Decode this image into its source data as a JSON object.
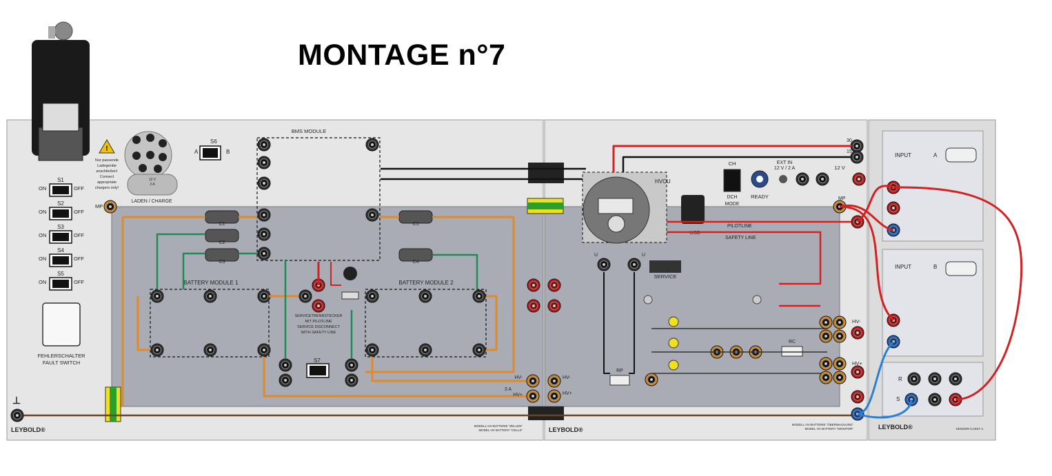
{
  "heading": "MONTAGE n°7",
  "colors": {
    "panel_bg": "#e6e6e6",
    "inner_bg": "#a9acb5",
    "orange_wire": "#e08a2a",
    "green_wire": "#1f8a55",
    "red_wire": "#d42020",
    "blue_wire": "#2a7ed4",
    "brown_wire": "#6b4226"
  },
  "left_panel": {
    "bms_title": "BMS MODULE",
    "s6_label": "S6",
    "s6_a": "A",
    "s6_b": "B",
    "warning_text": [
      "Nur passende",
      "Ladegeräte",
      "anschließen!",
      "Connect",
      "appropriate",
      "chargers only!"
    ],
    "charge_label": "LADEN / CHARGE",
    "charge_rating": [
      "12 V",
      "2 A"
    ],
    "mp_label": "MP",
    "switches": [
      {
        "name": "S1",
        "on": "ON",
        "off": "OFF"
      },
      {
        "name": "S2",
        "on": "ON",
        "off": "OFF"
      },
      {
        "name": "S3",
        "on": "ON",
        "off": "OFF"
      },
      {
        "name": "S4",
        "on": "ON",
        "off": "OFF"
      },
      {
        "name": "S5",
        "on": "ON",
        "off": "OFF"
      }
    ],
    "fault_switch": [
      "FEHLERSCHALTER",
      "FAULT SWITCH"
    ],
    "cells": [
      "C1",
      "C2",
      "C3",
      "C5",
      "C4"
    ],
    "module1": "BATTERY MODULE 1",
    "module2": "BATTERY MODULE 2",
    "service_disconnect": [
      "SERVICETRENNSTECKER",
      "MIT PILOTLINE",
      "SERVICE DISCONNECT",
      "WITH SAFETY LINE"
    ],
    "s7_label": "S7",
    "hv_minus": "HV-",
    "hv_plus": "HV+",
    "fuse": "3 A",
    "model": [
      "MODELL HV-BATTERIE \"ZELLEN\"",
      "MODEL HV BATTERY \"CELLS\""
    ],
    "brand": "LEYBOLD®",
    "ground_symbol": "⊥"
  },
  "middle_panel": {
    "hvcu": "HVCU",
    "ch": "CH",
    "dch_mode": [
      "DCH",
      "MODE"
    ],
    "ready": "READY",
    "ext_in": [
      "EXT IN",
      "12 V / 2 A"
    ],
    "v12": "12 V",
    "t30": "30",
    "t15": "15",
    "mp": "MP",
    "usb": "USB",
    "pilotline": "PILOTLINE",
    "safety_line": "SAFETY LINE",
    "service": "SERVICE",
    "hv_minus": "HV-",
    "hv_plus": "HV+",
    "hv_left_minus": "HV-",
    "hv_left_plus": "HV+",
    "rp": "RP",
    "rc": "RC",
    "model": [
      "MODELL HV-BATTERIE \"ÜBERWACHUNG\"",
      "MODEL HV BATTERY \"MONITOR\""
    ],
    "brand": "LEYBOLD®"
  },
  "right_panel": {
    "input_a": "INPUT",
    "a": "A",
    "input_b": "INPUT",
    "b": "B",
    "r": "R",
    "s": "S",
    "brand": "LEYBOLD®",
    "model": "SENSOR-CASSY 2"
  }
}
